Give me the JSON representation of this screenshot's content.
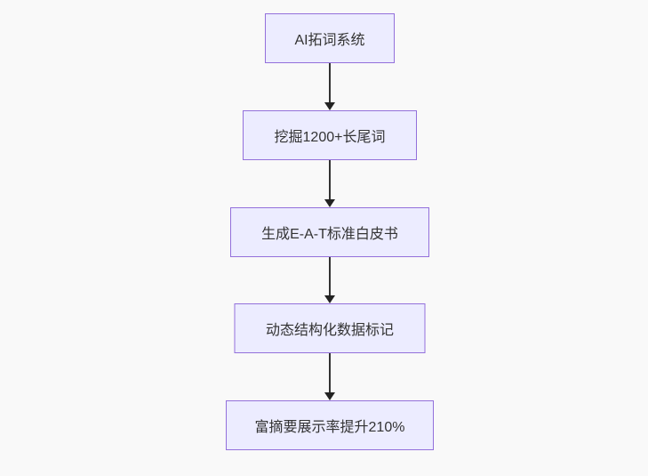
{
  "page": {
    "background_color": "#f9f9f9"
  },
  "diagram": {
    "type": "flowchart",
    "direction": "top-down",
    "style": {
      "node_fill": "#ECECFF",
      "node_border": "#9370DB",
      "text_color": "#333333",
      "arrow_color": "#333333"
    },
    "nodes": [
      {
        "id": "n1",
        "label": "AI拓词系统"
      },
      {
        "id": "n2",
        "label": "挖掘1200+长尾词"
      },
      {
        "id": "n3",
        "label": "生成E-A-T标准白皮书"
      },
      {
        "id": "n4",
        "label": "动态结构化数据标记"
      },
      {
        "id": "n5",
        "label": "富摘要展示率提升210%"
      }
    ],
    "edges": [
      {
        "from": "AI拓词系统",
        "to": "挖掘1200+长尾词",
        "arrow": "down"
      },
      {
        "from": "挖掘1200+长尾词",
        "to": "生成E-A-T标准白皮书",
        "arrow": "down"
      },
      {
        "from": "生成E-A-T标准白皮书",
        "to": "动态结构化数据标记",
        "arrow": "down"
      },
      {
        "from": "动态结构化数据标记",
        "to": "富摘要展示率提升210%",
        "arrow": "down"
      }
    ]
  }
}
